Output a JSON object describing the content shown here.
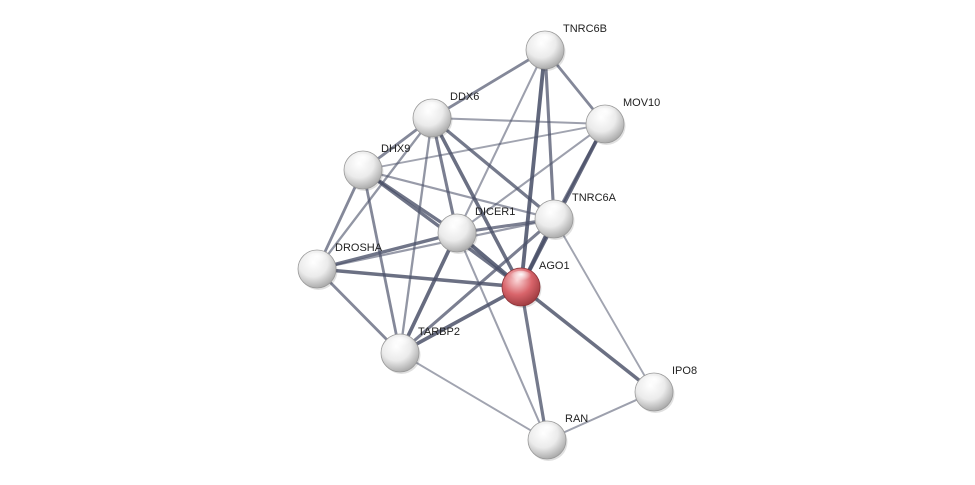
{
  "network": {
    "query_node": "AGO1",
    "colors": {
      "query_node": "#d9656b",
      "node": "#ebebeb",
      "edge": "#4a5068",
      "label": "#222222"
    },
    "nodes": [
      {
        "id": "TNRC6B",
        "label": "TNRC6B"
      },
      {
        "id": "MOV10",
        "label": "MOV10"
      },
      {
        "id": "DDX6",
        "label": "DDX6"
      },
      {
        "id": "DHX9",
        "label": "DHX9"
      },
      {
        "id": "TNRC6A",
        "label": "TNRC6A"
      },
      {
        "id": "DICER1",
        "label": "DICER1"
      },
      {
        "id": "DROSHA",
        "label": "DROSHA"
      },
      {
        "id": "AGO1",
        "label": "AGO1"
      },
      {
        "id": "TARBP2",
        "label": "TARBP2"
      },
      {
        "id": "IPO8",
        "label": "IPO8"
      },
      {
        "id": "RAN",
        "label": "RAN"
      }
    ],
    "edges": [
      {
        "source": "AGO1",
        "target": "TNRC6B",
        "weight": 0.95
      },
      {
        "source": "AGO1",
        "target": "TNRC6A",
        "weight": 0.95
      },
      {
        "source": "AGO1",
        "target": "MOV10",
        "weight": 0.9
      },
      {
        "source": "AGO1",
        "target": "DDX6",
        "weight": 0.85
      },
      {
        "source": "AGO1",
        "target": "DHX9",
        "weight": 0.8
      },
      {
        "source": "AGO1",
        "target": "DICER1",
        "weight": 0.95
      },
      {
        "source": "AGO1",
        "target": "DROSHA",
        "weight": 0.85
      },
      {
        "source": "AGO1",
        "target": "TARBP2",
        "weight": 0.9
      },
      {
        "source": "AGO1",
        "target": "IPO8",
        "weight": 0.85
      },
      {
        "source": "AGO1",
        "target": "RAN",
        "weight": 0.75
      },
      {
        "source": "TNRC6B",
        "target": "DDX6",
        "weight": 0.6
      },
      {
        "source": "TNRC6B",
        "target": "MOV10",
        "weight": 0.6
      },
      {
        "source": "TNRC6B",
        "target": "TNRC6A",
        "weight": 0.7
      },
      {
        "source": "TNRC6B",
        "target": "DICER1",
        "weight": 0.35
      },
      {
        "source": "MOV10",
        "target": "TNRC6A",
        "weight": 0.7
      },
      {
        "source": "MOV10",
        "target": "DDX6",
        "weight": 0.35
      },
      {
        "source": "MOV10",
        "target": "DHX9",
        "weight": 0.3
      },
      {
        "source": "MOV10",
        "target": "DICER1",
        "weight": 0.35
      },
      {
        "source": "DDX6",
        "target": "DHX9",
        "weight": 0.6
      },
      {
        "source": "DDX6",
        "target": "TNRC6A",
        "weight": 0.75
      },
      {
        "source": "DDX6",
        "target": "DICER1",
        "weight": 0.7
      },
      {
        "source": "DDX6",
        "target": "DROSHA",
        "weight": 0.45
      },
      {
        "source": "DDX6",
        "target": "TARBP2",
        "weight": 0.45
      },
      {
        "source": "DHX9",
        "target": "DICER1",
        "weight": 0.8
      },
      {
        "source": "DHX9",
        "target": "DROSHA",
        "weight": 0.6
      },
      {
        "source": "DHX9",
        "target": "TARBP2",
        "weight": 0.6
      },
      {
        "source": "DHX9",
        "target": "TNRC6A",
        "weight": 0.4
      },
      {
        "source": "TNRC6A",
        "target": "DICER1",
        "weight": 0.7
      },
      {
        "source": "TNRC6A",
        "target": "DROSHA",
        "weight": 0.4
      },
      {
        "source": "TNRC6A",
        "target": "TARBP2",
        "weight": 0.7
      },
      {
        "source": "TNRC6A",
        "target": "IPO8",
        "weight": 0.3
      },
      {
        "source": "DICER1",
        "target": "DROSHA",
        "weight": 0.8
      },
      {
        "source": "DICER1",
        "target": "TARBP2",
        "weight": 0.9
      },
      {
        "source": "DICER1",
        "target": "RAN",
        "weight": 0.35
      },
      {
        "source": "DROSHA",
        "target": "TARBP2",
        "weight": 0.6
      },
      {
        "source": "TARBP2",
        "target": "RAN",
        "weight": 0.3
      },
      {
        "source": "RAN",
        "target": "IPO8",
        "weight": 0.35
      }
    ]
  }
}
